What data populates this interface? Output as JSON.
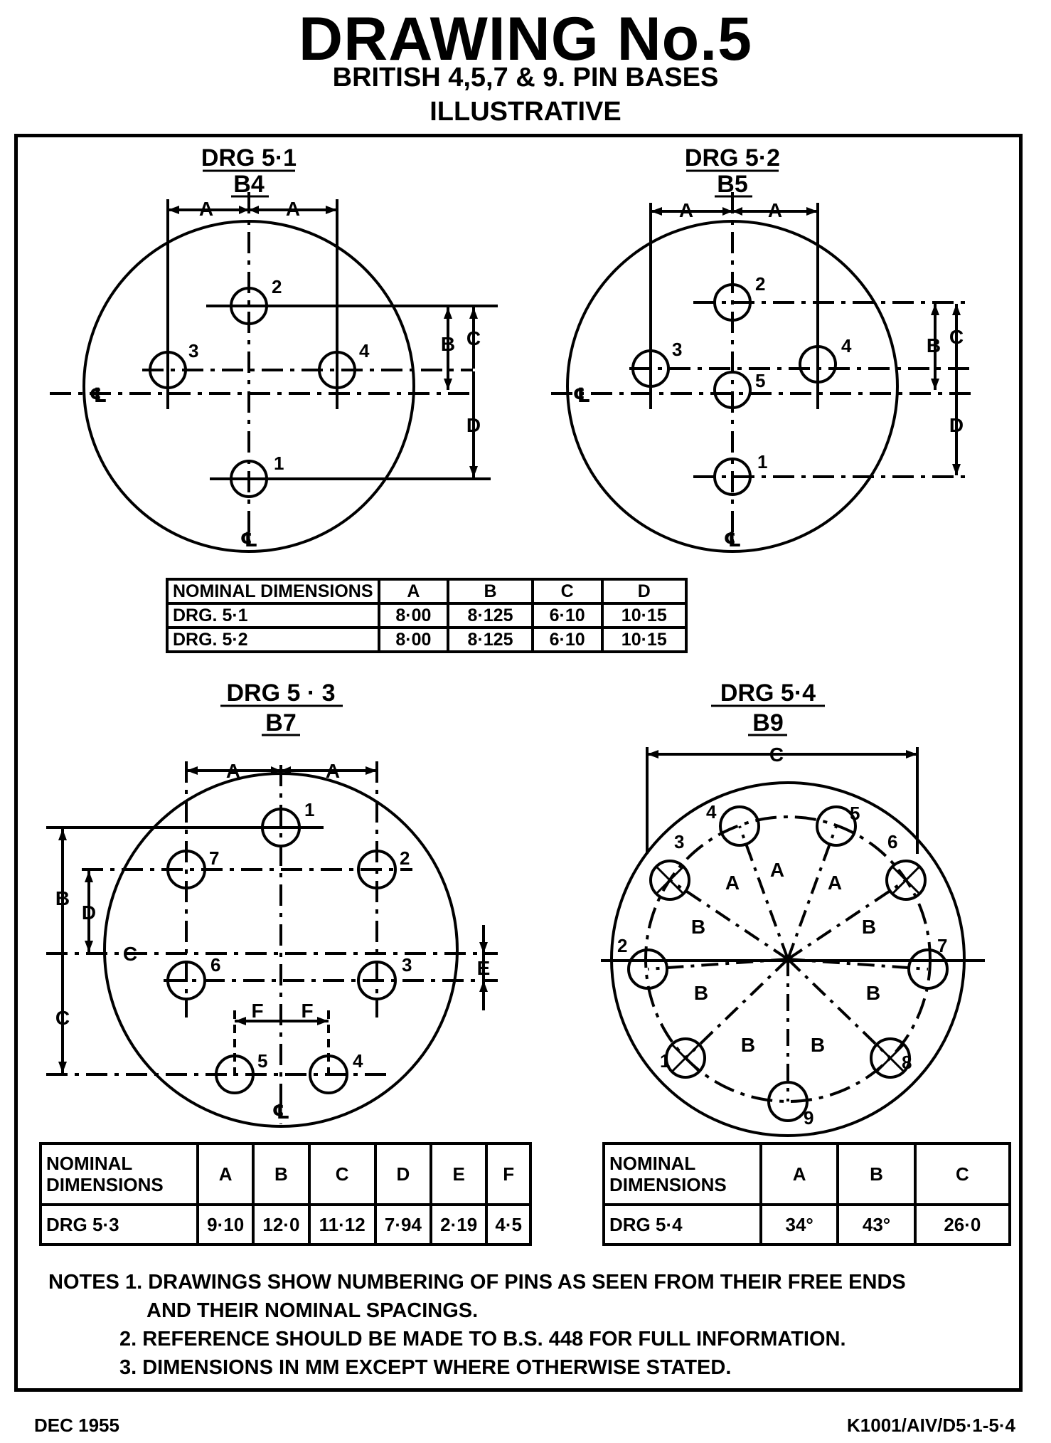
{
  "header": {
    "title": "DRAWING No.5",
    "subtitle": "BRITISH 4,5,7 & 9. PIN BASES",
    "subtitle2": "ILLUSTRATIVE"
  },
  "drawings": {
    "d51": {
      "title": "DRG 5·1",
      "base": "B4",
      "pins": [
        "1",
        "2",
        "3",
        "4"
      ]
    },
    "d52": {
      "title": "DRG 5·2",
      "base": "B5",
      "pins": [
        "1",
        "2",
        "3",
        "4",
        "5"
      ]
    },
    "d53": {
      "title": "DRG 5 · 3",
      "base": "B7",
      "pins": [
        "1",
        "2",
        "3",
        "4",
        "5",
        "6",
        "7"
      ]
    },
    "d54": {
      "title": "DRG 5·4",
      "base": "B9",
      "pins": [
        "1",
        "2",
        "3",
        "4",
        "5",
        "6",
        "7",
        "8",
        "9"
      ]
    }
  },
  "dimension_letters": {
    "A": "A",
    "B": "B",
    "C": "C",
    "D": "D",
    "E": "E",
    "F": "F",
    "centerline": "℄"
  },
  "table1": {
    "header": [
      "NOMINAL DIMENSIONS",
      "A",
      "B",
      "C",
      "D"
    ],
    "rows": [
      [
        "DRG. 5·1",
        "8·00",
        "8·125",
        "6·10",
        "10·15"
      ],
      [
        "DRG. 5·2",
        "8·00",
        "8·125",
        "6·10",
        "10·15"
      ]
    ]
  },
  "table2": {
    "header": [
      "NOMINAL DIMENSIONS",
      "A",
      "B",
      "C",
      "D",
      "E",
      "F"
    ],
    "rows": [
      [
        "DRG 5·3",
        "9·10",
        "12·0",
        "11·12",
        "7·94",
        "2·19",
        "4·5"
      ]
    ]
  },
  "table3": {
    "header": [
      "NOMINAL DIMENSIONS",
      "A",
      "B",
      "C"
    ],
    "rows": [
      [
        "DRG 5·4",
        "34°",
        "43°",
        "26·0"
      ]
    ]
  },
  "notes": {
    "label": "NOTES",
    "n1": "1. DRAWINGS SHOW NUMBERING OF PINS AS SEEN FROM THEIR FREE ENDS",
    "n1b": "AND THEIR NOMINAL SPACINGS.",
    "n2": "2. REFERENCE SHOULD BE MADE TO B.S. 448 FOR FULL INFORMATION.",
    "n3": "3. DIMENSIONS IN MM EXCEPT WHERE OTHERWISE STATED."
  },
  "footer": {
    "date": "DEC 1955",
    "ref": "K1001/AIV/D5·1-5·4"
  }
}
